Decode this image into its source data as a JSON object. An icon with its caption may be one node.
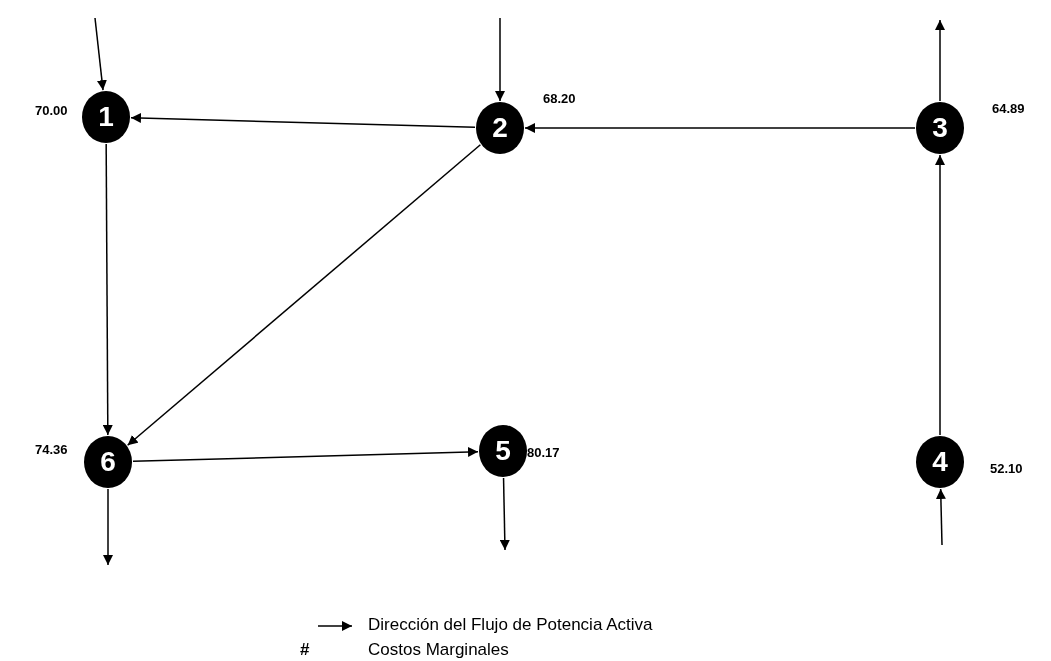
{
  "diagram": {
    "nodes": [
      {
        "text": [
          "1"
        ],
        "beside": [
          "70.00"
        ]
      },
      {
        "text": [
          "2"
        ],
        "beside": [
          "68.20"
        ]
      },
      {
        "text": [
          "3"
        ],
        "beside": [
          "64.89"
        ]
      },
      {
        "text": [
          "4"
        ],
        "beside": [
          "52.10"
        ]
      },
      {
        "text": [
          "5"
        ],
        "beside": [
          "80.17"
        ]
      },
      {
        "text": [
          "6"
        ],
        "beside": [
          "74.36"
        ]
      }
    ],
    "edges": [
      {
        "from": null,
        "to": 0,
        "arrow": "to"
      },
      {
        "from": null,
        "to": 1,
        "arrow": "to"
      },
      {
        "from": 2,
        "to": null,
        "arrow": "to"
      },
      {
        "from": 1,
        "to": 0,
        "arrow": "to"
      },
      {
        "from": 2,
        "to": 1,
        "arrow": "to"
      },
      {
        "from": 0,
        "to": 5,
        "arrow": "to"
      },
      {
        "from": 1,
        "to": 5,
        "arrow": "to"
      },
      {
        "from": 5,
        "to": 4,
        "arrow": "to"
      },
      {
        "from": 3,
        "to": 2,
        "arrow": "to"
      },
      {
        "from": 4,
        "to": null,
        "arrow": "to"
      },
      {
        "from": 5,
        "to": null,
        "arrow": "to"
      },
      {
        "from": null,
        "to": 3,
        "arrow": "to"
      }
    ],
    "labels": [
      "#"
    ],
    "legend": [
      {
        "text": "Dirección del Flujo de Potencia Activa"
      },
      {
        "text": "Costos Marginales"
      }
    ]
  }
}
